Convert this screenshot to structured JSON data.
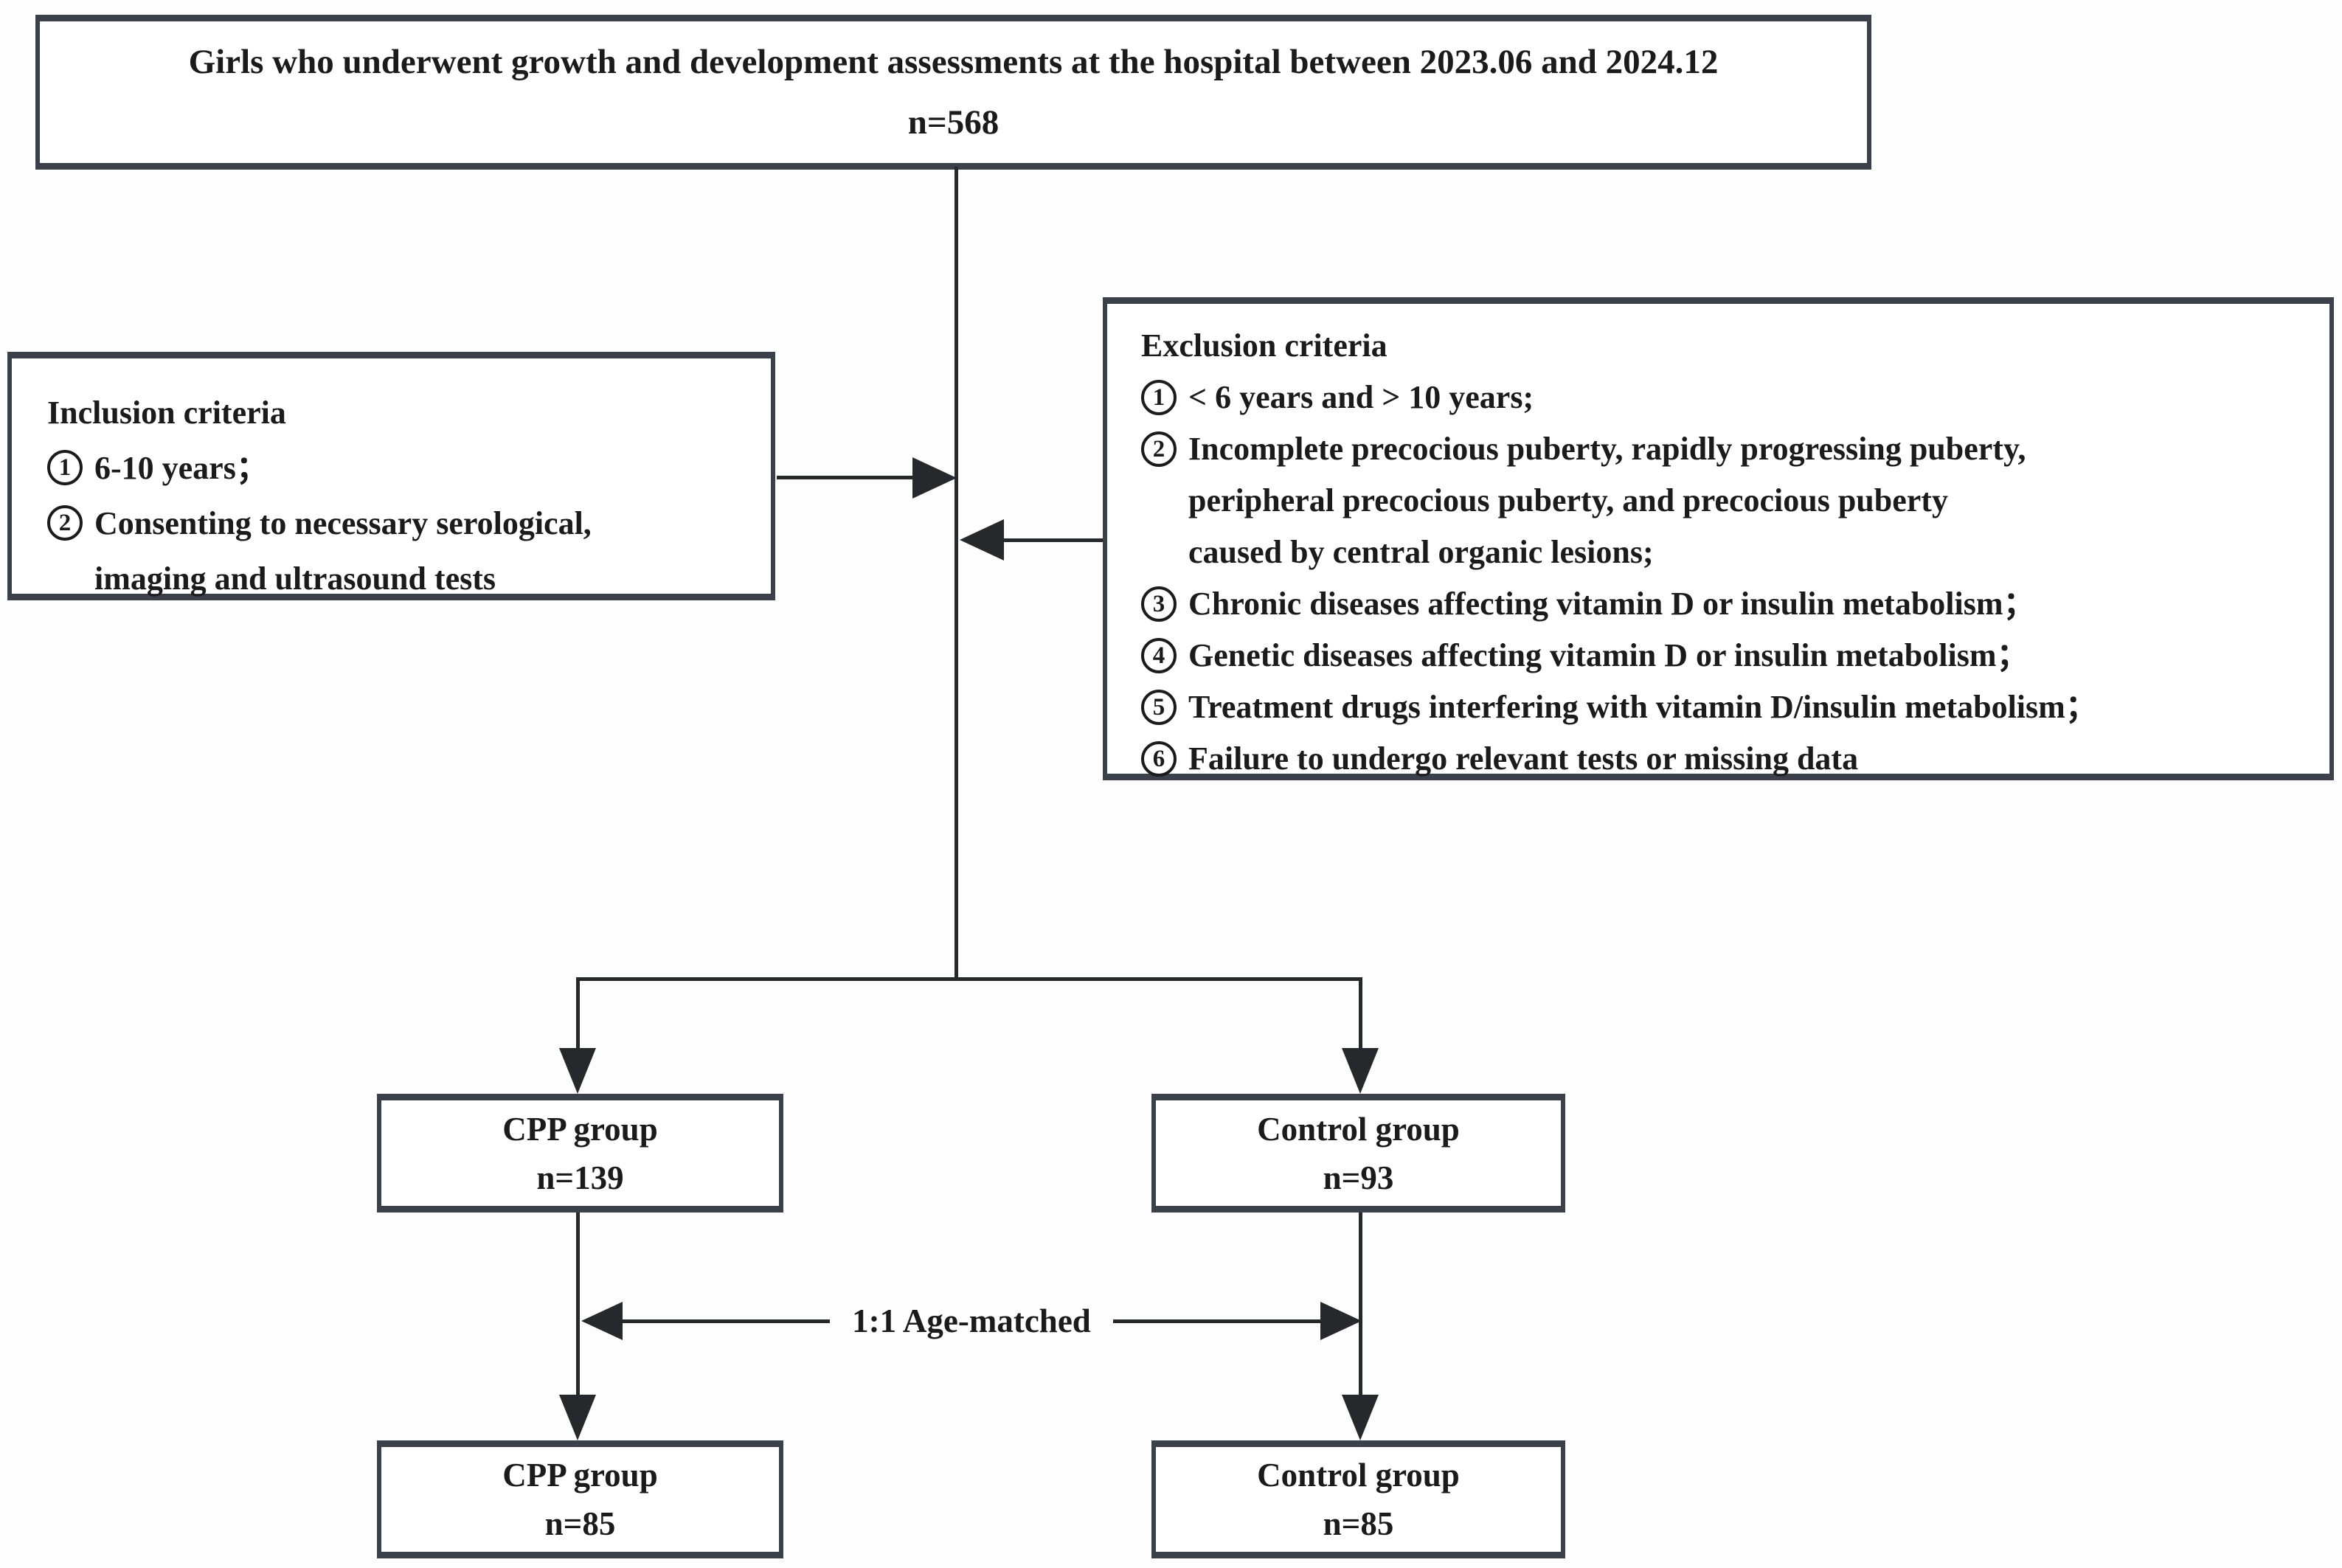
{
  "top_box": {
    "line1": "Girls who underwent growth and development assessments at the hospital between 2023.06 and 2024.12",
    "line2": "n=568"
  },
  "inclusion": {
    "title": "Inclusion criteria",
    "items": [
      {
        "num": "1",
        "text": "6-10 years；"
      },
      {
        "num": "2",
        "text": "Consenting to necessary serological,\nimaging and ultrasound tests"
      }
    ]
  },
  "exclusion": {
    "title": "Exclusion criteria",
    "items": [
      {
        "num": "1",
        "text": "< 6 years and > 10 years;"
      },
      {
        "num": "2",
        "text": "Incomplete precocious puberty, rapidly progressing puberty,\nperipheral precocious puberty, and precocious puberty\ncaused by central organic lesions;"
      },
      {
        "num": "3",
        "text": "Chronic diseases affecting vitamin D or insulin metabolism；"
      },
      {
        "num": "4",
        "text": "Genetic diseases affecting vitamin D or insulin metabolism；"
      },
      {
        "num": "5",
        "text": "Treatment drugs interfering with vitamin D/insulin metabolism；"
      },
      {
        "num": "6",
        "text": "Failure to undergo relevant tests or missing data"
      }
    ]
  },
  "cpp_box": {
    "name": "CPP group",
    "count": "n=139"
  },
  "control_box": {
    "name": "Control group",
    "count": "n=93"
  },
  "match_label": "1:1 Age-matched",
  "cpp_final_box": {
    "name": "CPP group",
    "count": "n=85"
  },
  "control_final_box": {
    "name": "Control group",
    "count": "n=85"
  },
  "colors": {
    "box_border": "#3a414b",
    "connector": "#26282b",
    "text": "#1b1b1b",
    "background": "#fdfdfd"
  }
}
